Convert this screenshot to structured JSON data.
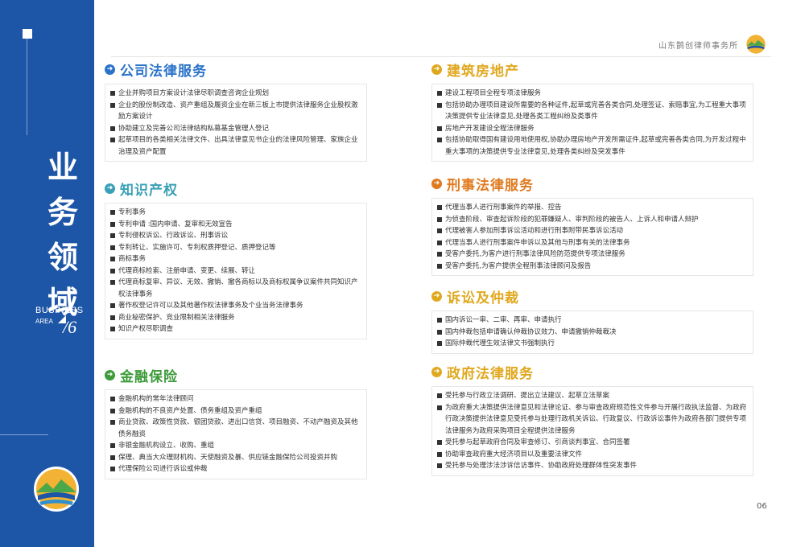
{
  "sidebar": {
    "title_chars": [
      "业",
      "务",
      "领",
      "域"
    ],
    "business": "BUSINESS",
    "area": "AREA",
    "number": "/6"
  },
  "header": {
    "firm_name": "山东鹊创律师事务所"
  },
  "page_number": "06",
  "colors": {
    "blue": "#1e56a7",
    "green": "#3d9b3a",
    "orange": "#e07a1f",
    "teal": "#3aa0b7",
    "yellow": "#e0a81f"
  },
  "sections": {
    "company": {
      "icon": "arrow-right-icon",
      "color": "#2a73c9",
      "title": "公司法律服务",
      "items": [
        "企业并购项目方案设计法律尽职调查咨询企业规划",
        "企业的股份制改造、资产重组及履资企业在新三板上市提供法律服务企业股权激励方案设计",
        "协助建立及完善公司法律结构私募基金管理人登记",
        "起草项目的各类相关法律文件、出具法律意见书企业的法律风险管理、家族企业治理及资产配置"
      ]
    },
    "ip": {
      "icon": "arrow-right-icon",
      "color": "#3aa0b7",
      "title": "知识产权",
      "items": [
        "专利事务",
        "专利申请 :国内申请、复审和无效宣告",
        "专利侵权诉讼、行政诉讼、刑事诉讼",
        "专利转让、实施许可、专利权质押登记、质押登记等",
        "商标事务",
        "代理商标检索、注册申请、变更、续展、转让",
        "代理商标复审、异议、无效、撤销、撤各商标以及商标权属争议案件共同知识产权法律事务",
        "著作权登记许可以及其他著作权法律事务及个业当务法律事务",
        "商业秘密保护、竞业限制相关法律服务",
        "知识产权尽职调查"
      ]
    },
    "finance": {
      "icon": "arrow-right-icon",
      "color": "#3d9b3a",
      "title": "金融保险",
      "items": [
        "金融机构的常年法律顾问",
        "金融机构的不良资产处置、债务重组及资产重组",
        "商业贷款、政策性贷款、银团贷款、进出口信贷、项目融资、不动产融资及其他债务融资",
        "非银金融机构设立、收购、重组",
        "保理、典当大众理财机构、天使融资及暴、供应链金融保险公司投资并购",
        "代理保险公司进行诉讼或仲裁"
      ]
    },
    "realestate": {
      "icon": "arrow-right-icon",
      "color": "#e0a81f",
      "title": "建筑房地产",
      "items": [
        "建设工程项目全程专项法律服务",
        "包括协助办理项目建设所需要的各种证件,起草或完善各类合同,处理签证、索赔事宜,为工程重大事项决策提供专业法律意见,处理各类工程纠纷及类事件",
        "房地产开发建设全程法律服务",
        "包括协助取得国有建设用地使用权,协助办理房地产开发所需证件,起草或完善各类合同,为开发过程中重大事项的决策提供专业法律意见,处理各类纠纷及突发事件"
      ]
    },
    "criminal": {
      "icon": "arrow-right-icon",
      "color": "#e07a1f",
      "title": "刑事法律服务",
      "items": [
        "代理当事人进行刑事案件的举报、控告",
        "为侦查阶段、审查起诉阶段的犯罪嫌疑人、审判阶段的被告人、上诉人和申请人辩护",
        "代理被害人参加刑事诉讼活动和进行刑事附带民事诉讼活动",
        "代理当事人进行刑事案件申诉以及其他与刑事有关的法律事务",
        "受客户委托,为客户进行刑事法律风险防范提供专项法律服务",
        "受客户委托,为客户提供全程刑事法律顾问及报告"
      ]
    },
    "litigation": {
      "icon": "arrow-right-icon",
      "color": "#e0a81f",
      "title": "诉讼及仲裁",
      "items": [
        "国内诉讼一审、二审、再审、申请执行",
        "国内仲裁包括申请确认仲裁协议效力、申请撤销仲裁裁决",
        "国际仲裁代理生效法律文书强制执行"
      ]
    },
    "government": {
      "icon": "arrow-right-icon",
      "color": "#e0a81f",
      "title": "政府法律服务",
      "items": [
        "受托参与行政立法调研、提出立法建议、起草立法草案",
        "为政府重大决策提供法律意见和法律论证、参与审查政府规范性文件参与开展行政执法监督、为政府行政决策提供法律意见受托参与处理行政机关诉讼、行政复议、行政诉讼事件为政府各部门提供专项法律服务为政府采购项目全程提供法律服务",
        "受托参与起草政府合同及审查修订、引商谈判事宜、合同签署",
        "协助审查政府重大经济项目以及重要法律文件",
        "受托参与处理涉法涉诉信访事件、协助政府处理群体性突发事件"
      ]
    }
  }
}
